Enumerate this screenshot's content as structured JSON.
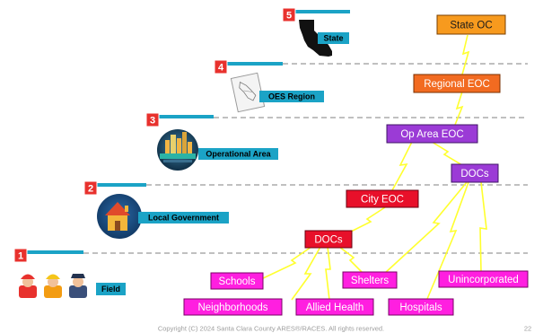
{
  "levels": [
    {
      "number": "1",
      "label": "Field"
    },
    {
      "number": "2",
      "label": "Local Government"
    },
    {
      "number": "3",
      "label": "Operational Area"
    },
    {
      "number": "4",
      "label": "OES Region"
    },
    {
      "number": "5",
      "label": "State"
    }
  ],
  "nodes": {
    "state_oc": "State OC",
    "regional_eoc": "Regional EOC",
    "op_area_eoc": "Op Area EOC",
    "op_area_docs": "DOCs",
    "city_eoc": "City EOC",
    "city_docs": "DOCs",
    "schools": "Schools",
    "neighborhoods": "Neighborhoods",
    "allied_health": "Allied Health",
    "shelters": "Shelters",
    "hospitals": "Hospitals",
    "unincorporated": "Unincorporated"
  },
  "colors": {
    "state": "#f79a1e",
    "regional": "#f26b21",
    "op_area": "#9b3bd6",
    "city": "#e8102a",
    "field_items": "#ff1fe0",
    "level_bar": "#1ba3c6",
    "level_badge": "#e8312d",
    "connector": "#ffff2e"
  },
  "footer": {
    "copyright": "Copyright (C) 2024 Santa Clara County ARES®/RACES. All rights reserved.",
    "page_number": "22"
  }
}
